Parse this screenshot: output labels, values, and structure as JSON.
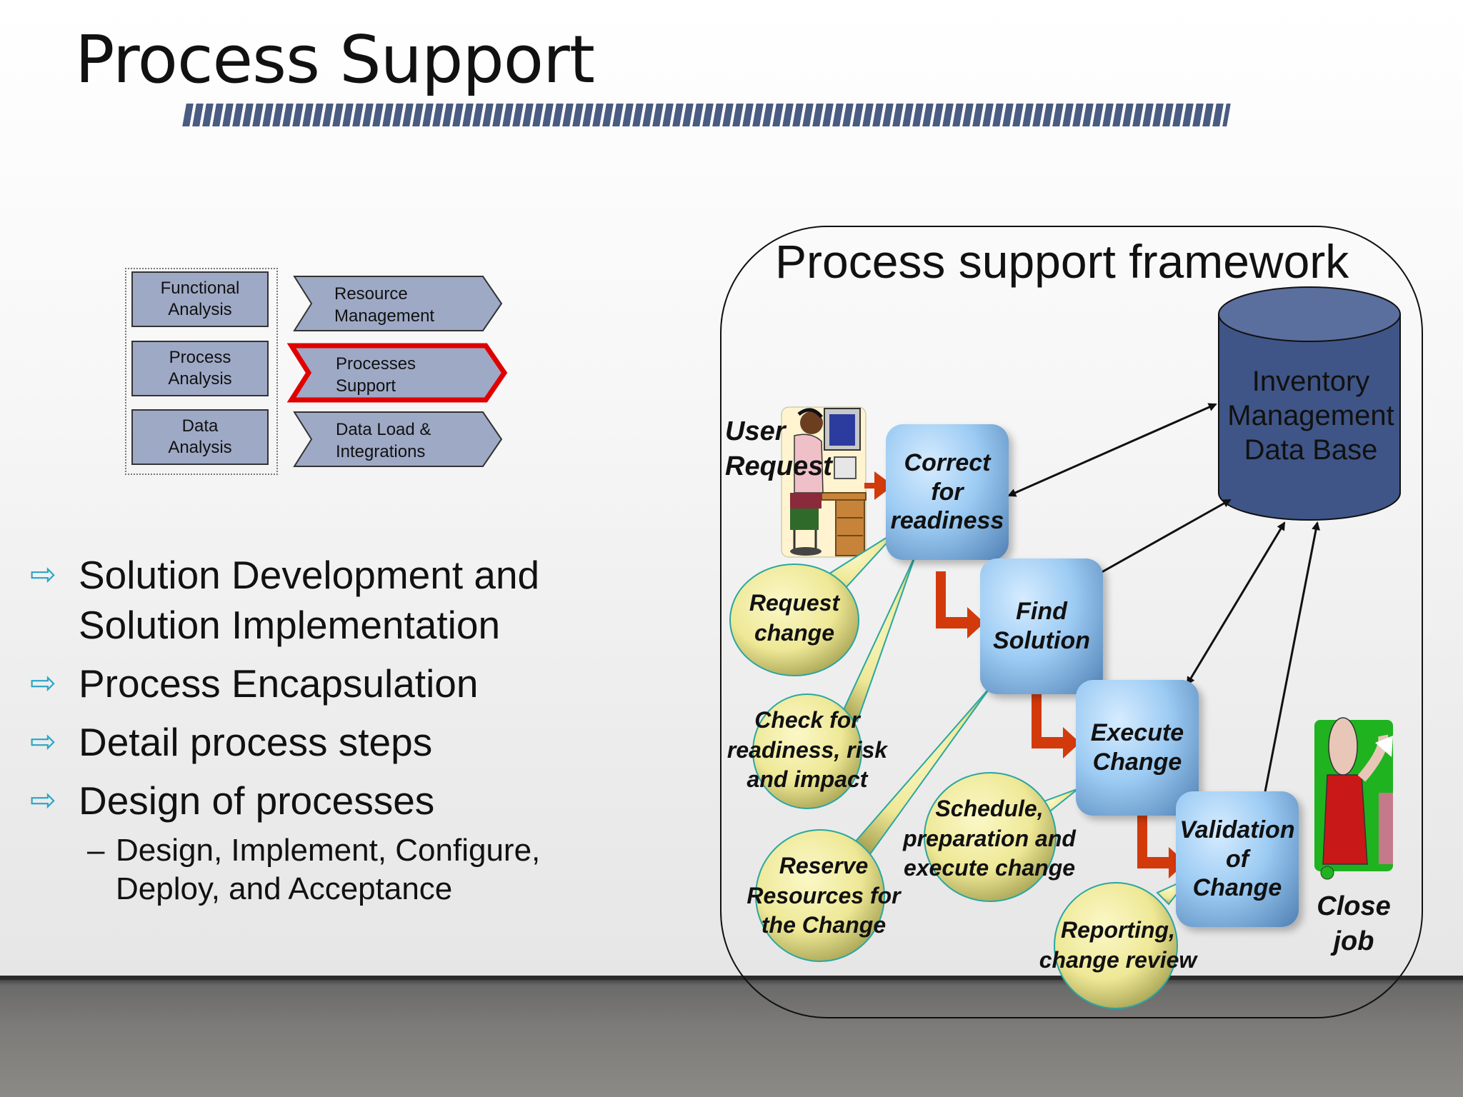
{
  "slide": {
    "title": "Process Support"
  },
  "nav": {
    "boxes": [
      {
        "label": "Functional\nAnalysis"
      },
      {
        "label": "Process\nAnalysis"
      },
      {
        "label": "Data\nAnalysis"
      }
    ],
    "chevrons": [
      {
        "label": "Resource\nManagement",
        "selected": false
      },
      {
        "label": "Processes\nSupport",
        "selected": true
      },
      {
        "label": "Data Load &\nIntegrations",
        "selected": false
      }
    ],
    "selected_outline_color": "#e00000"
  },
  "bullets": [
    {
      "text": "Solution Development and Solution Implementation"
    },
    {
      "text": "Process Encapsulation"
    },
    {
      "text": "Detail process steps"
    },
    {
      "text": "Design of processes"
    }
  ],
  "sub_bullets": [
    {
      "text": "Design, Implement, Configure, Deploy, and Acceptance"
    }
  ],
  "framework": {
    "title": "Process support framework",
    "database_label": "Inventory\nManagement\nData Base",
    "user_label": "User\nRequest",
    "close_label": "Close\njob",
    "steps": [
      {
        "label": "Correct for\nreadiness"
      },
      {
        "label": "Find\nSolution"
      },
      {
        "label": "Execute\nChange"
      },
      {
        "label": "Validation\nof\nChange"
      }
    ],
    "bubbles": [
      {
        "label": "Request\nchange"
      },
      {
        "label": "Check for\nreadiness, risk\nand impact"
      },
      {
        "label": "Reserve\nResources for\nthe Change"
      },
      {
        "label": "Schedule,\npreparation and\nexecute change"
      },
      {
        "label": "Reporting,\nchange review"
      }
    ],
    "colors": {
      "database": "#3f5587",
      "flow_arrow": "#d23a0c",
      "bubble": "#f0eca0",
      "bubble_border": "#2aa6a0"
    }
  }
}
